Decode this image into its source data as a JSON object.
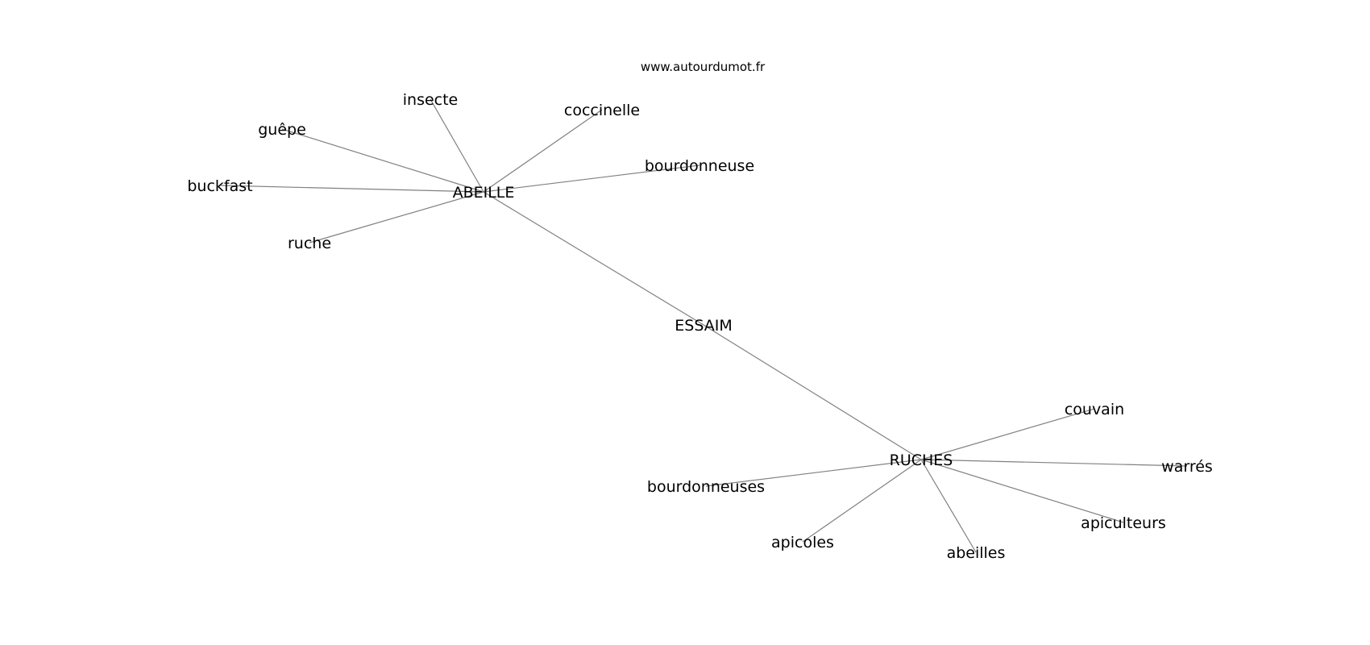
{
  "watermark": "www.autourdumot.fr",
  "colors": {
    "edge": "#808080",
    "label": "#000000",
    "background": "#ffffff"
  },
  "graph": {
    "center": "ESSAIM",
    "nodes": [
      "ESSAIM",
      "ABEILLE",
      "RUCHES",
      "insecte",
      "coccinelle",
      "guêpe",
      "bourdonneuse",
      "buckfast",
      "ruche",
      "couvain",
      "warrés",
      "bourdonneuses",
      "apiculteurs",
      "apicoles",
      "abeilles"
    ],
    "edges": [
      [
        "ESSAIM",
        "ABEILLE"
      ],
      [
        "ESSAIM",
        "RUCHES"
      ],
      [
        "ABEILLE",
        "insecte"
      ],
      [
        "ABEILLE",
        "coccinelle"
      ],
      [
        "ABEILLE",
        "guêpe"
      ],
      [
        "ABEILLE",
        "bourdonneuse"
      ],
      [
        "ABEILLE",
        "buckfast"
      ],
      [
        "ABEILLE",
        "ruche"
      ],
      [
        "RUCHES",
        "couvain"
      ],
      [
        "RUCHES",
        "warrés"
      ],
      [
        "RUCHES",
        "bourdonneuses"
      ],
      [
        "RUCHES",
        "apiculteurs"
      ],
      [
        "RUCHES",
        "apicoles"
      ],
      [
        "RUCHES",
        "abeilles"
      ]
    ]
  }
}
